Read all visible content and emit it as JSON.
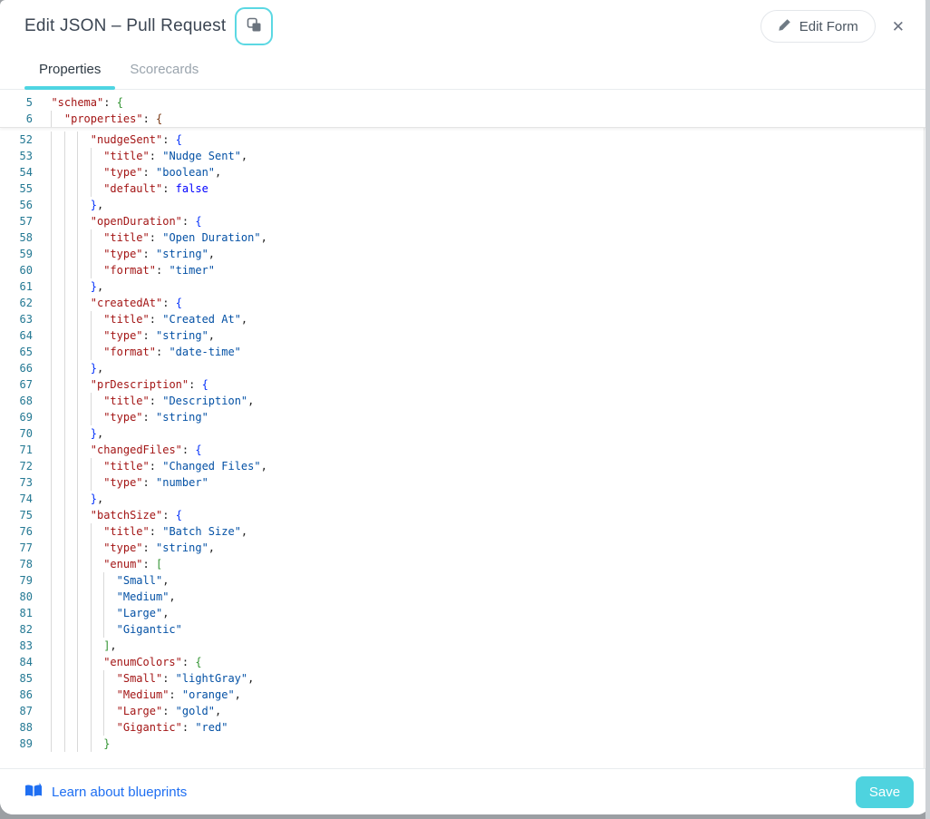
{
  "header": {
    "title": "Edit JSON – Pull Request",
    "edit_form_label": "Edit Form",
    "close_glyph": "✕"
  },
  "tabs": [
    {
      "label": "Properties",
      "active": true
    },
    {
      "label": "Scorecards",
      "active": false
    }
  ],
  "colors": {
    "accent_teal": "#4fd5e2",
    "save_button": "#4ed3df",
    "link_blue": "#1f6ff2",
    "line_number": "#237893",
    "json_key": "#a31515",
    "json_string_value": "#0451a5",
    "json_keyword": "#0000ff",
    "bracket_level1": "#0431fa",
    "bracket_level2": "#319331",
    "bracket_level3": "#7b3814"
  },
  "editor": {
    "sticky_lines": [
      {
        "n": 5,
        "sp": 2,
        "t": [
          [
            "\"schema\"",
            "k"
          ],
          [
            ": ",
            "p"
          ],
          [
            "{",
            "b2"
          ]
        ]
      },
      {
        "n": 6,
        "sp": 4,
        "t": [
          [
            "\"properties\"",
            "k"
          ],
          [
            ": ",
            "p"
          ],
          [
            "{",
            "b3"
          ]
        ]
      }
    ],
    "lines": [
      {
        "n": 52,
        "sp": 8,
        "t": [
          [
            "\"nudgeSent\"",
            "k"
          ],
          [
            ": ",
            "p"
          ],
          [
            "{",
            "b1"
          ]
        ]
      },
      {
        "n": 53,
        "sp": 10,
        "t": [
          [
            "\"title\"",
            "k"
          ],
          [
            ": ",
            "p"
          ],
          [
            "\"Nudge Sent\"",
            "v"
          ],
          [
            ",",
            "p"
          ]
        ]
      },
      {
        "n": 54,
        "sp": 10,
        "t": [
          [
            "\"type\"",
            "k"
          ],
          [
            ": ",
            "p"
          ],
          [
            "\"boolean\"",
            "v"
          ],
          [
            ",",
            "p"
          ]
        ]
      },
      {
        "n": 55,
        "sp": 10,
        "t": [
          [
            "\"default\"",
            "k"
          ],
          [
            ": ",
            "p"
          ],
          [
            "false",
            "kw"
          ]
        ]
      },
      {
        "n": 56,
        "sp": 8,
        "t": [
          [
            "}",
            "b1"
          ],
          [
            ",",
            "p"
          ]
        ]
      },
      {
        "n": 57,
        "sp": 8,
        "t": [
          [
            "\"openDuration\"",
            "k"
          ],
          [
            ": ",
            "p"
          ],
          [
            "{",
            "b1"
          ]
        ]
      },
      {
        "n": 58,
        "sp": 10,
        "t": [
          [
            "\"title\"",
            "k"
          ],
          [
            ": ",
            "p"
          ],
          [
            "\"Open Duration\"",
            "v"
          ],
          [
            ",",
            "p"
          ]
        ]
      },
      {
        "n": 59,
        "sp": 10,
        "t": [
          [
            "\"type\"",
            "k"
          ],
          [
            ": ",
            "p"
          ],
          [
            "\"string\"",
            "v"
          ],
          [
            ",",
            "p"
          ]
        ]
      },
      {
        "n": 60,
        "sp": 10,
        "t": [
          [
            "\"format\"",
            "k"
          ],
          [
            ": ",
            "p"
          ],
          [
            "\"timer\"",
            "v"
          ]
        ]
      },
      {
        "n": 61,
        "sp": 8,
        "t": [
          [
            "}",
            "b1"
          ],
          [
            ",",
            "p"
          ]
        ]
      },
      {
        "n": 62,
        "sp": 8,
        "t": [
          [
            "\"createdAt\"",
            "k"
          ],
          [
            ": ",
            "p"
          ],
          [
            "{",
            "b1"
          ]
        ]
      },
      {
        "n": 63,
        "sp": 10,
        "t": [
          [
            "\"title\"",
            "k"
          ],
          [
            ": ",
            "p"
          ],
          [
            "\"Created At\"",
            "v"
          ],
          [
            ",",
            "p"
          ]
        ]
      },
      {
        "n": 64,
        "sp": 10,
        "t": [
          [
            "\"type\"",
            "k"
          ],
          [
            ": ",
            "p"
          ],
          [
            "\"string\"",
            "v"
          ],
          [
            ",",
            "p"
          ]
        ]
      },
      {
        "n": 65,
        "sp": 10,
        "t": [
          [
            "\"format\"",
            "k"
          ],
          [
            ": ",
            "p"
          ],
          [
            "\"date-time\"",
            "v"
          ]
        ]
      },
      {
        "n": 66,
        "sp": 8,
        "t": [
          [
            "}",
            "b1"
          ],
          [
            ",",
            "p"
          ]
        ]
      },
      {
        "n": 67,
        "sp": 8,
        "t": [
          [
            "\"prDescription\"",
            "k"
          ],
          [
            ": ",
            "p"
          ],
          [
            "{",
            "b1"
          ]
        ]
      },
      {
        "n": 68,
        "sp": 10,
        "t": [
          [
            "\"title\"",
            "k"
          ],
          [
            ": ",
            "p"
          ],
          [
            "\"Description\"",
            "v"
          ],
          [
            ",",
            "p"
          ]
        ]
      },
      {
        "n": 69,
        "sp": 10,
        "t": [
          [
            "\"type\"",
            "k"
          ],
          [
            ": ",
            "p"
          ],
          [
            "\"string\"",
            "v"
          ]
        ]
      },
      {
        "n": 70,
        "sp": 8,
        "t": [
          [
            "}",
            "b1"
          ],
          [
            ",",
            "p"
          ]
        ]
      },
      {
        "n": 71,
        "sp": 8,
        "t": [
          [
            "\"changedFiles\"",
            "k"
          ],
          [
            ": ",
            "p"
          ],
          [
            "{",
            "b1"
          ]
        ]
      },
      {
        "n": 72,
        "sp": 10,
        "t": [
          [
            "\"title\"",
            "k"
          ],
          [
            ": ",
            "p"
          ],
          [
            "\"Changed Files\"",
            "v"
          ],
          [
            ",",
            "p"
          ]
        ]
      },
      {
        "n": 73,
        "sp": 10,
        "t": [
          [
            "\"type\"",
            "k"
          ],
          [
            ": ",
            "p"
          ],
          [
            "\"number\"",
            "v"
          ]
        ]
      },
      {
        "n": 74,
        "sp": 8,
        "t": [
          [
            "}",
            "b1"
          ],
          [
            ",",
            "p"
          ]
        ]
      },
      {
        "n": 75,
        "sp": 8,
        "t": [
          [
            "\"batchSize\"",
            "k"
          ],
          [
            ": ",
            "p"
          ],
          [
            "{",
            "b1"
          ]
        ]
      },
      {
        "n": 76,
        "sp": 10,
        "t": [
          [
            "\"title\"",
            "k"
          ],
          [
            ": ",
            "p"
          ],
          [
            "\"Batch Size\"",
            "v"
          ],
          [
            ",",
            "p"
          ]
        ]
      },
      {
        "n": 77,
        "sp": 10,
        "t": [
          [
            "\"type\"",
            "k"
          ],
          [
            ": ",
            "p"
          ],
          [
            "\"string\"",
            "v"
          ],
          [
            ",",
            "p"
          ]
        ]
      },
      {
        "n": 78,
        "sp": 10,
        "t": [
          [
            "\"enum\"",
            "k"
          ],
          [
            ": ",
            "p"
          ],
          [
            "[",
            "b2"
          ]
        ]
      },
      {
        "n": 79,
        "sp": 12,
        "t": [
          [
            "\"Small\"",
            "v"
          ],
          [
            ",",
            "p"
          ]
        ]
      },
      {
        "n": 80,
        "sp": 12,
        "t": [
          [
            "\"Medium\"",
            "v"
          ],
          [
            ",",
            "p"
          ]
        ]
      },
      {
        "n": 81,
        "sp": 12,
        "t": [
          [
            "\"Large\"",
            "v"
          ],
          [
            ",",
            "p"
          ]
        ]
      },
      {
        "n": 82,
        "sp": 12,
        "t": [
          [
            "\"Gigantic\"",
            "v"
          ]
        ]
      },
      {
        "n": 83,
        "sp": 10,
        "t": [
          [
            "]",
            "b2"
          ],
          [
            ",",
            "p"
          ]
        ]
      },
      {
        "n": 84,
        "sp": 10,
        "t": [
          [
            "\"enumColors\"",
            "k"
          ],
          [
            ": ",
            "p"
          ],
          [
            "{",
            "b2"
          ]
        ]
      },
      {
        "n": 85,
        "sp": 12,
        "t": [
          [
            "\"Small\"",
            "k"
          ],
          [
            ": ",
            "p"
          ],
          [
            "\"lightGray\"",
            "v"
          ],
          [
            ",",
            "p"
          ]
        ]
      },
      {
        "n": 86,
        "sp": 12,
        "t": [
          [
            "\"Medium\"",
            "k"
          ],
          [
            ": ",
            "p"
          ],
          [
            "\"orange\"",
            "v"
          ],
          [
            ",",
            "p"
          ]
        ]
      },
      {
        "n": 87,
        "sp": 12,
        "t": [
          [
            "\"Large\"",
            "k"
          ],
          [
            ": ",
            "p"
          ],
          [
            "\"gold\"",
            "v"
          ],
          [
            ",",
            "p"
          ]
        ]
      },
      {
        "n": 88,
        "sp": 12,
        "t": [
          [
            "\"Gigantic\"",
            "k"
          ],
          [
            ": ",
            "p"
          ],
          [
            "\"red\"",
            "v"
          ]
        ]
      },
      {
        "n": 89,
        "sp": 10,
        "t": [
          [
            "}",
            "b2"
          ]
        ]
      }
    ]
  },
  "footer": {
    "link_label": "Learn about blueprints",
    "save_label": "Save"
  }
}
